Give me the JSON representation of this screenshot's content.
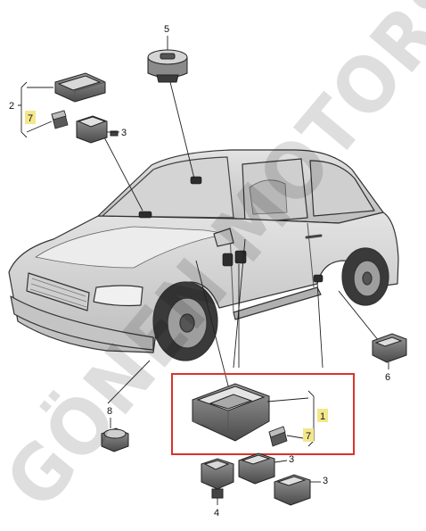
{
  "diagram": {
    "callouts": {
      "c1": "1",
      "c2": "2",
      "c3a": "3",
      "c3b": "3",
      "c3c": "3",
      "c4": "4",
      "c5": "5",
      "c6": "6",
      "c7a": "7",
      "c7b": "7",
      "c8": "8"
    },
    "highlight_color": "#f4e78b",
    "frame_color": "#d9342b"
  },
  "watermark": {
    "text": "GÖNEN MOTORS"
  }
}
